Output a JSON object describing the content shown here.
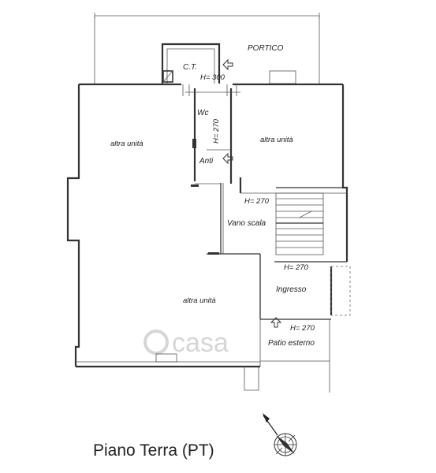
{
  "labels": {
    "portico": "PORTICO",
    "ct": "C.T.",
    "h300": "H= 300",
    "wc": "Wc",
    "h270_wc": "H= 270",
    "anti": "Anti",
    "altra_unita_left": "altra unità",
    "altra_unita_right": "altra unità",
    "altra_unita_bottom": "altra unità",
    "h270_stairs": "H= 270",
    "vano_scala": "Vano scala",
    "h270_ingresso_top": "H= 270",
    "ingresso": "Ingresso",
    "h270_patio": "H= 270",
    "patio_esterno": "Patio esterno"
  },
  "title": "Piano Terra (PT)",
  "watermark": "casa",
  "colors": {
    "line": "#333333",
    "text": "#222222",
    "watermark": "#d6d6d6"
  },
  "icons": [
    "compass-icon",
    "entrance-arrow-icon"
  ]
}
